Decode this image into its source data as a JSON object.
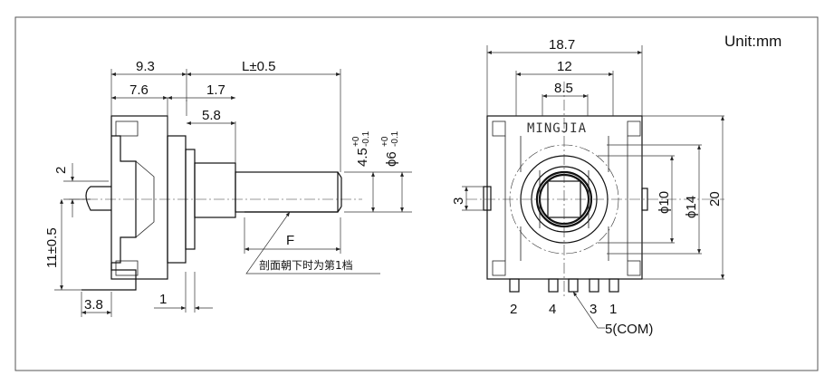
{
  "unit_label": "Unit:mm",
  "side_view": {
    "dims": {
      "d_9_3": "9.3",
      "d_L": "L±0.5",
      "d_7_6": "7.6",
      "d_1_7": "1.7",
      "d_5_8": "5.8",
      "d_2": "2",
      "d_11": "11±0.5",
      "d_3_8": "3.8",
      "d_1": "1",
      "d_F": "F",
      "d_4_5": "4.5",
      "d_4_5_tol_up": "+0",
      "d_4_5_tol_dn": "-0.1",
      "d_6": "ϕ6",
      "d_6_tol_up": "+0",
      "d_6_tol_dn": "-0.1"
    },
    "note": "剖面朝下时为第1档"
  },
  "front_view": {
    "brand": "MINGJIA",
    "dims": {
      "d_18_7": "18.7",
      "d_12": "12",
      "d_8_5": "8.5",
      "d_3": "3",
      "d_10": "ϕ10",
      "d_14": "ϕ14",
      "d_20": "20"
    },
    "pins": {
      "p2": "2",
      "p4": "4",
      "p3": "3",
      "p1": "1",
      "com": "5(COM)"
    }
  }
}
